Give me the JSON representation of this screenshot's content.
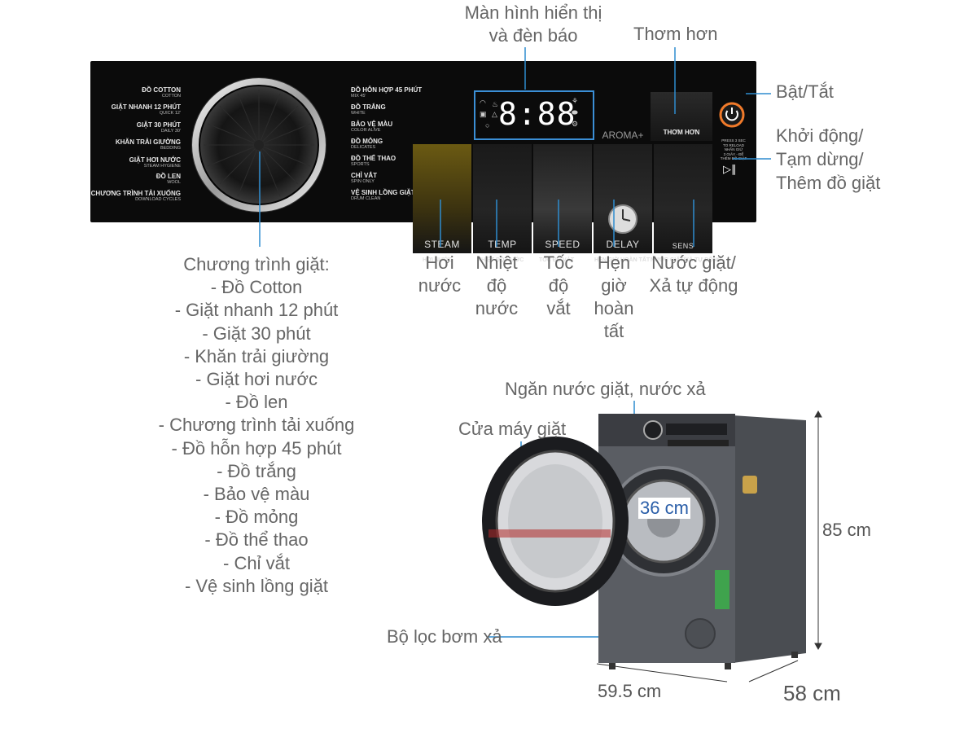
{
  "callouts": {
    "display": [
      "Màn hình hiển thị",
      "và đèn báo"
    ],
    "aroma": "Thơm hơn",
    "power": "Bật/Tắt",
    "start": [
      "Khởi động/",
      "Tạm dừng/",
      "Thêm đồ giặt"
    ],
    "steam": [
      "Hơi",
      "nước"
    ],
    "temp": [
      "Nhiệt",
      "độ",
      "nước"
    ],
    "speed": [
      "Tốc",
      "độ",
      "vắt"
    ],
    "delay": [
      "Hẹn",
      "giờ",
      "hoàn",
      "tất"
    ],
    "detergent": [
      "Nước giặt/",
      "Xả tự động"
    ],
    "dispenser": "Ngăn nước giặt, nước xả",
    "door": "Cửa máy giặt",
    "filter": "Bộ lọc bơm xả"
  },
  "programs_list": {
    "title": "Chương trình giặt:",
    "items": [
      "- Đồ Cotton",
      "- Giặt nhanh 12 phút",
      "- Giặt 30 phút",
      "- Khăn trải giường",
      "- Giặt hơi nước",
      "- Đồ len",
      "- Chương trình tải xuống",
      "- Đồ hỗn hợp 45 phút",
      "- Đồ trắng",
      "- Bảo vệ màu",
      "- Đồ mỏng",
      "- Đồ thể thao",
      "- Chỉ vắt",
      "- Vệ sinh lồng giặt"
    ]
  },
  "panel": {
    "left_programs": [
      {
        "vi": "ĐỒ COTTON",
        "en": "COTTON"
      },
      {
        "vi": "GIẶT NHANH 12 PHÚT",
        "en": "QUICK 12'"
      },
      {
        "vi": "GIẶT 30 PHÚT",
        "en": "DAILY 30'"
      },
      {
        "vi": "KHĂN TRẢI GIƯỜNG",
        "en": "BEDDING"
      },
      {
        "vi": "GIẶT HƠI NƯỚC",
        "en": "STEAM HYGIENE"
      },
      {
        "vi": "ĐỒ LEN",
        "en": "WOOL"
      },
      {
        "vi": "CHƯƠNG TRÌNH TẢI XUỐNG",
        "en": "DOWNLOAD CYCLES"
      }
    ],
    "right_programs": [
      {
        "vi": "ĐỒ HỖN HỢP 45 PHÚT",
        "en": "MIX 45'"
      },
      {
        "vi": "ĐỒ TRẮNG",
        "en": "WHITE"
      },
      {
        "vi": "BẢO VỆ MÀU",
        "en": "COLOR ALIVE"
      },
      {
        "vi": "ĐỒ MỎNG",
        "en": "DELICATES"
      },
      {
        "vi": "ĐỒ THỂ THAO",
        "en": "SPORTS"
      },
      {
        "vi": "CHỈ VẮT",
        "en": "SPIN ONLY"
      },
      {
        "vi": "VỆ SINH LỒNG GIẶT",
        "en": "DRUM CLEAN"
      }
    ],
    "display_digits": "8:88",
    "tiles": [
      "STEAM",
      "TEMP",
      "SPEED",
      "DELAY",
      "SENS"
    ],
    "aroma_tile": "AROMA+",
    "aroma_button": "THƠM HƠN",
    "button_labels": [
      "HƠI NƯỚC",
      "NHIỆT ĐỘ NƯỚC",
      "TỐC ĐỘ VẮT",
      "HẸN GIỜ HOÀN TẤT",
      "NƯỚC GIẶT/XẢ TỰ ĐỘNG"
    ],
    "start_hint": [
      "PRESS 3 SEC",
      "TO RELOAD",
      "NHẤN GIỮ",
      "3 GIÂY - ĐỂ",
      "THÊM ĐỒ GIẶT"
    ]
  },
  "dimensions": {
    "door": "36 cm",
    "height": "85 cm",
    "width": "59.5 cm",
    "depth": "58 cm"
  },
  "colors": {
    "panel": "#0b0b0b",
    "callout_line": "#2e8ccf",
    "display_box": "#3b8fd6",
    "power_ring": "#f07a2a",
    "machine_body": "#5a5d63",
    "text": "#666666"
  }
}
